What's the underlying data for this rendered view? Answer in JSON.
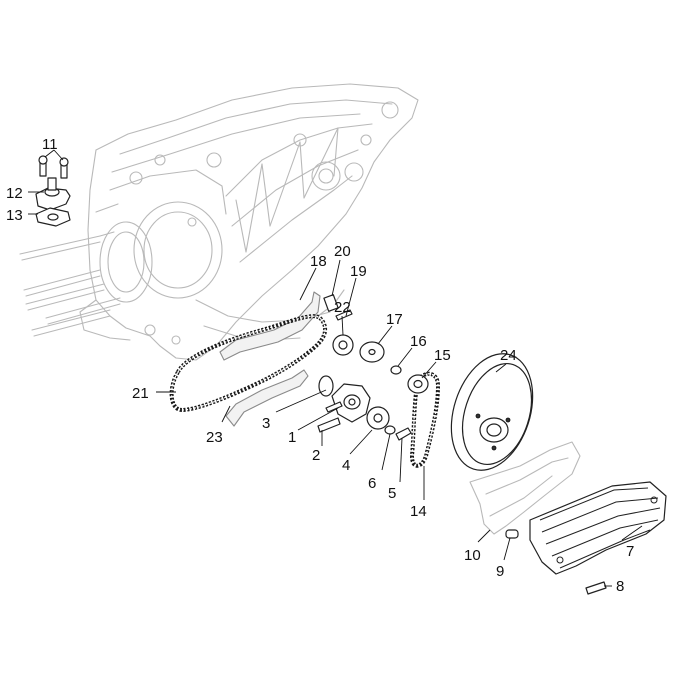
{
  "callouts": [
    {
      "id": "c1",
      "label": "1"
    },
    {
      "id": "c2",
      "label": "2"
    },
    {
      "id": "c3",
      "label": "3"
    },
    {
      "id": "c4",
      "label": "4"
    },
    {
      "id": "c5",
      "label": "5"
    },
    {
      "id": "c6",
      "label": "6"
    },
    {
      "id": "c7",
      "label": "7"
    },
    {
      "id": "c8",
      "label": "8"
    },
    {
      "id": "c9",
      "label": "9"
    },
    {
      "id": "c10",
      "label": "10"
    },
    {
      "id": "c11",
      "label": "11"
    },
    {
      "id": "c12",
      "label": "12"
    },
    {
      "id": "c13",
      "label": "13"
    },
    {
      "id": "c14",
      "label": "14"
    },
    {
      "id": "c15",
      "label": "15"
    },
    {
      "id": "c16",
      "label": "16"
    },
    {
      "id": "c17",
      "label": "17"
    },
    {
      "id": "c18",
      "label": "18"
    },
    {
      "id": "c19",
      "label": "19"
    },
    {
      "id": "c20",
      "label": "20"
    },
    {
      "id": "c21",
      "label": "21"
    },
    {
      "id": "c22",
      "label": "22"
    },
    {
      "id": "c23",
      "label": "23"
    },
    {
      "id": "c24",
      "label": "24"
    }
  ],
  "colors": {
    "background": "#ffffff",
    "ghost_line": "#b9b9b9",
    "part_line": "#222222"
  }
}
